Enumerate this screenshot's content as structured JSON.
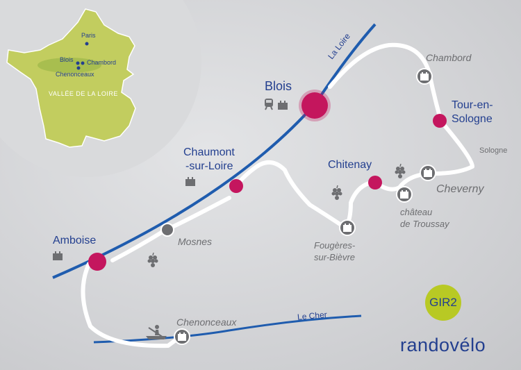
{
  "inset": {
    "cities": [
      "Paris",
      "Blois",
      "Chambord",
      "Chenonceaux"
    ],
    "region": "VALLÉE DE LA LOIRE"
  },
  "rivers": {
    "loire": "La Loire",
    "cher": "Le Cher"
  },
  "stops": {
    "blois": "Blois",
    "chaumont_1": "Chaumont",
    "chaumont_2": "-sur-Loire",
    "amboise": "Amboise",
    "tour_1": "Tour-en-",
    "tour_2": "Sologne",
    "chitenay": "Chitenay"
  },
  "places": {
    "chambord": "Chambord",
    "sologne": "Sologne",
    "cheverny": "Cheverny",
    "troussay_1": "château",
    "troussay_2": "de Troussay",
    "fougeres_1": "Fougères-",
    "fougeres_2": "sur-Bièvre",
    "mosnes": "Mosnes",
    "chenonceaux": "Chenonceaux"
  },
  "badge": "GIR2",
  "brand": "randovélo",
  "colors": {
    "river": "#1f5cae",
    "stop": "#c4165e",
    "route": "#ffffff",
    "badge": "#b8c924",
    "text": "#233f8f",
    "inset_bg": "#d9dadc",
    "france": "#c2cd5f"
  },
  "icons": [
    "castle-icon",
    "train-icon",
    "grapes-icon",
    "canoe-icon"
  ]
}
